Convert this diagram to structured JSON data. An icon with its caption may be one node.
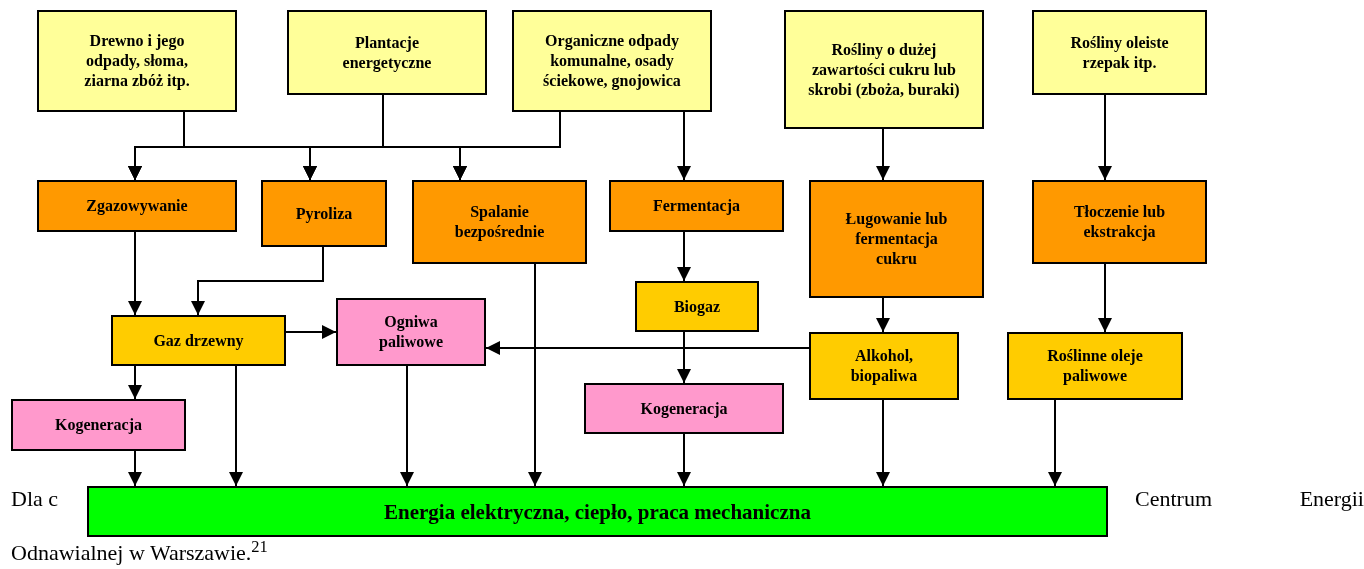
{
  "diagram": {
    "nodes": [
      {
        "text": [
          "Drewno i jego odpady, słoma, ziarna zbóż itp."
        ]
      },
      {
        "text": [
          "Plantacje energetyczne"
        ]
      },
      {
        "text": [
          "Organiczne odpady komunalne, osady ściekowe, gnojowica"
        ]
      },
      {
        "text": [
          "Rośliny o dużej zawartości cukru lub skrobi (zboża, buraki)"
        ]
      },
      {
        "text": [
          "Rośliny oleiste rzepak itp."
        ]
      },
      {
        "text": [
          "Zgazowywanie"
        ]
      },
      {
        "text": [
          "Pyroliza"
        ]
      },
      {
        "text": [
          "Spalanie bezpośrednie"
        ]
      },
      {
        "text": [
          "Fermentacja"
        ]
      },
      {
        "text": [
          "Ługowanie lub fermentacja cukru"
        ]
      },
      {
        "text": [
          "Tłoczenie lub ekstrakcja"
        ]
      },
      {
        "text": [
          "Gaz drzewny"
        ]
      },
      {
        "text": [
          "Ogniwa paliwowe"
        ]
      },
      {
        "text": [
          "Biogaz"
        ]
      },
      {
        "text": [
          "Alkohol, biopaliwa"
        ]
      },
      {
        "text": [
          "Roślinne oleje paliwowe"
        ]
      },
      {
        "text": [
          "Kogeneracja"
        ]
      },
      {
        "text": [
          "Kogeneracja"
        ]
      },
      {
        "text": [
          "Energia elektryczna, ciepło, praca mechaniczna"
        ]
      }
    ],
    "edges": [
      {
        "from": 0,
        "to": 5,
        "arrow": "to"
      },
      {
        "from": 0,
        "to": 6,
        "arrow": "to"
      },
      {
        "from": 0,
        "to": 7,
        "arrow": "to"
      },
      {
        "from": 1,
        "to": 5,
        "arrow": "to"
      },
      {
        "from": 1,
        "to": 6,
        "arrow": "to"
      },
      {
        "from": 1,
        "to": 7,
        "arrow": "to"
      },
      {
        "from": 2,
        "to": 5,
        "arrow": "to"
      },
      {
        "from": 2,
        "to": 6,
        "arrow": "to"
      },
      {
        "from": 2,
        "to": 7,
        "arrow": "to"
      },
      {
        "from": 2,
        "to": 8,
        "arrow": "to"
      },
      {
        "from": 3,
        "to": 9,
        "arrow": "to"
      },
      {
        "from": 4,
        "to": 10,
        "arrow": "to"
      },
      {
        "from": 5,
        "to": 11,
        "arrow": "to"
      },
      {
        "from": 6,
        "to": 11,
        "arrow": "to"
      },
      {
        "from": 11,
        "to": 12,
        "arrow": "to"
      },
      {
        "from": 11,
        "to": 16,
        "arrow": "to"
      },
      {
        "from": 11,
        "to": 18,
        "arrow": "to"
      },
      {
        "from": 16,
        "to": 18,
        "arrow": "to"
      },
      {
        "from": 12,
        "to": 18,
        "arrow": "to"
      },
      {
        "from": 7,
        "to": 18,
        "arrow": "to"
      },
      {
        "from": 8,
        "to": 13,
        "arrow": "to"
      },
      {
        "from": 13,
        "to": 17,
        "arrow": "to"
      },
      {
        "from": 17,
        "to": 18,
        "arrow": "to"
      },
      {
        "from": 9,
        "to": 14,
        "arrow": "to"
      },
      {
        "from": 14,
        "to": 12,
        "arrow": "to"
      },
      {
        "from": 14,
        "to": 18,
        "arrow": "to"
      },
      {
        "from": 10,
        "to": 15,
        "arrow": "to"
      },
      {
        "from": 15,
        "to": 18,
        "arrow": "to"
      }
    ],
    "labels": [
      "Dla c",
      "Centrum Energii",
      "Odnawialnej w Warszawie.$^{21}$"
    ]
  }
}
